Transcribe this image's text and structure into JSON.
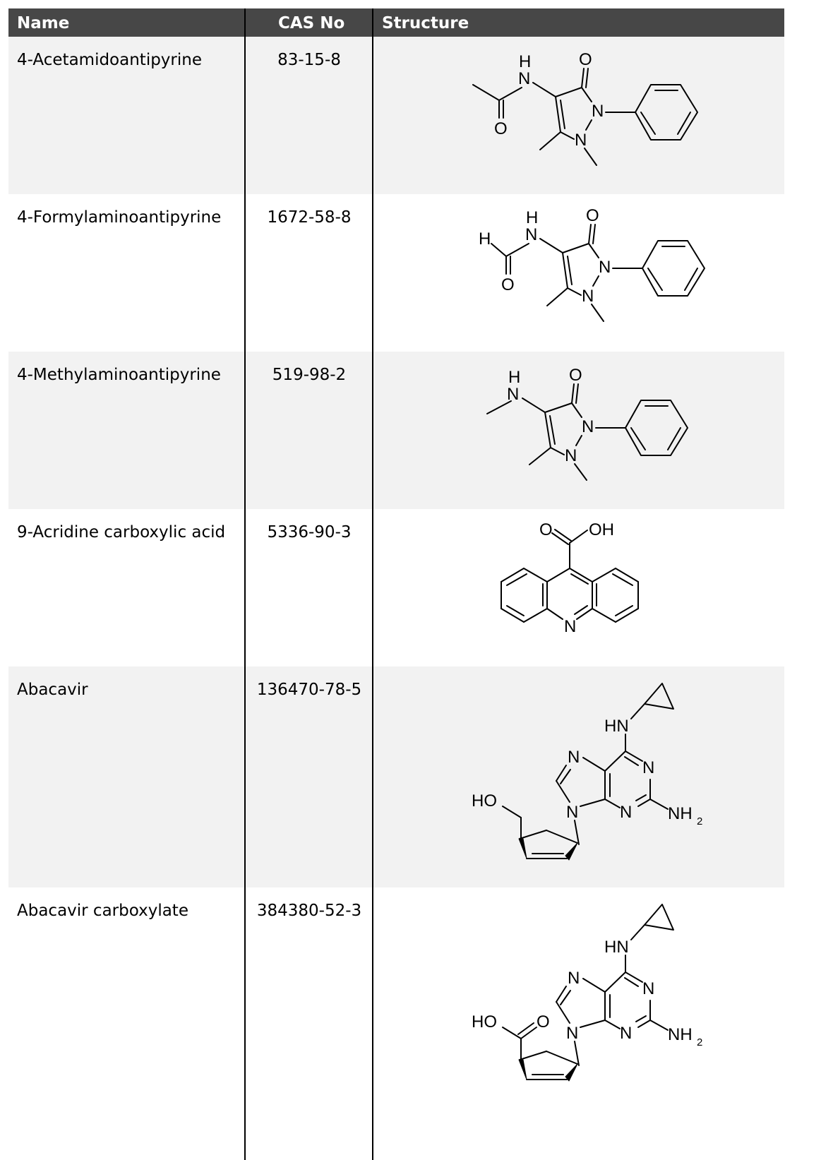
{
  "table": {
    "headers": [
      "Name",
      "CAS No",
      "Structure"
    ],
    "rows": [
      {
        "name": "4-Acetamidoantipyrine",
        "cas": "83-15-8",
        "structure": "4-acetamidoantipyrine-structure"
      },
      {
        "name": "4-Formylaminoantipyrine",
        "cas": "1672-58-8",
        "structure": "4-formylaminoantipyrine-structure"
      },
      {
        "name": "4-Methylaminoantipyrine",
        "cas": "519-98-2",
        "structure": "4-methylaminoantipyrine-structure"
      },
      {
        "name": "9-Acridine carboxylic acid",
        "cas": "5336-90-3",
        "structure": "9-acridine-carboxylic-acid-structure"
      },
      {
        "name": "Abacavir",
        "cas": "136470-78-5",
        "structure": "abacavir-structure"
      },
      {
        "name": "Abacavir carboxylate",
        "cas": "384380-52-3",
        "structure": "abacavir-carboxylate-structure"
      }
    ]
  },
  "atoms": {
    "H": "H",
    "N": "N",
    "O": "O",
    "OH": "OH",
    "HN": "HN",
    "HO": "HO",
    "NH": "NH",
    "sub2": "2"
  },
  "colors": {
    "header_bg": "#474747",
    "header_text": "#ffffff",
    "row_shade": "#f2f2f2",
    "row_plain": "#ffffff"
  }
}
